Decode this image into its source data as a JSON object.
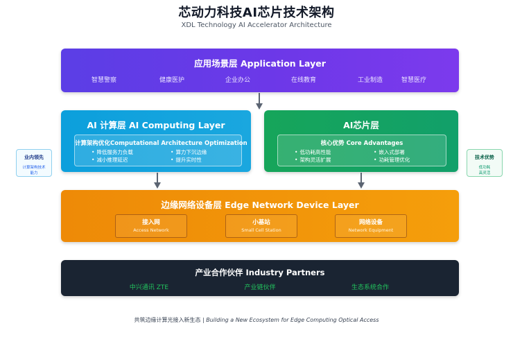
{
  "title": "芯动力科技AI芯片技术架构",
  "subtitle": "XDL Technology AI Accelerator Architecture",
  "application_layer": {
    "title": "应用场景层 Application Layer",
    "items": [
      "智慧警察",
      "健康医护",
      "企业办公",
      "在线教育",
      "工业制造",
      "智慧医疗"
    ],
    "color": "#6d38e8"
  },
  "computing_layer": {
    "title": "AI 计算层 AI Computing Layer",
    "box_title": "计算架构优化Computational Architecture Optimization",
    "bullets": [
      "降低服务力负载",
      "算力下沉边缘",
      "减小推理延迟",
      "提升实时性"
    ],
    "color": "#0c9fdc"
  },
  "chip_layer": {
    "title": "AI芯片层",
    "box_title": "核心优势 Core Advantages",
    "bullets": [
      "低功耗高性能",
      "嵌入式部署",
      "架构灵活扩展",
      "功耗管理优化"
    ],
    "color": "#16a55a"
  },
  "side_left": {
    "title": "业内领先",
    "lines": [
      "计算架构技术",
      "能力"
    ]
  },
  "side_right": {
    "title": "技术优势",
    "lines": [
      "低功耗",
      "高灵活"
    ]
  },
  "edge_layer": {
    "title": "边缘网络设备层 Edge Network Device Layer",
    "boxes": [
      {
        "title": "接入网",
        "subtitle": "Access Network"
      },
      {
        "title": "小基站",
        "subtitle": "Small Cell Station"
      },
      {
        "title": "网络设备",
        "subtitle": "Network Equipment"
      }
    ],
    "color": "#f59e0b"
  },
  "partners_layer": {
    "title": "产业合作伙伴 Industry Partners",
    "items": [
      "中兴通讯 ZTE",
      "产业链伙伴",
      "生态系统合作"
    ],
    "color": "#1a2432",
    "accent": "#22c55e"
  },
  "footer": {
    "cn": "共筑边缘计算光接入新生态",
    "separator": " | ",
    "en": "Building a New Ecosystem for Edge Computing Optical Access"
  }
}
